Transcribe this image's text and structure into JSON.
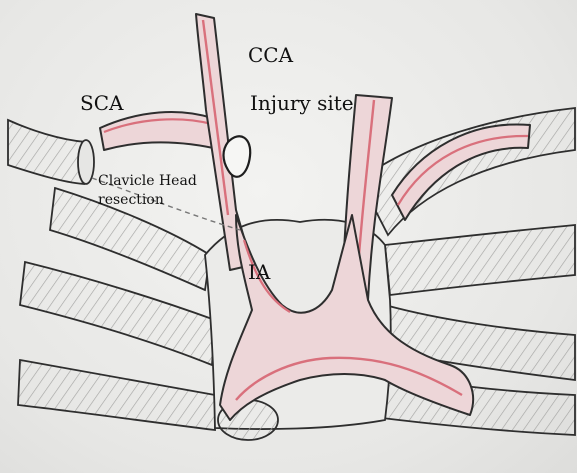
{
  "labels": {
    "cca": "CCA",
    "injury_site": "Injury site",
    "sca": "SCA",
    "clavicle_line1": "Clavicle Head",
    "clavicle_line2": "resection",
    "ia": "IA"
  },
  "colors": {
    "paper": "#e9e9e8",
    "pencil": "#2e2e2e",
    "vessel_red": "#d9707c",
    "vessel_fill": "#edd6d8",
    "hatch": "#a5a5a3"
  }
}
